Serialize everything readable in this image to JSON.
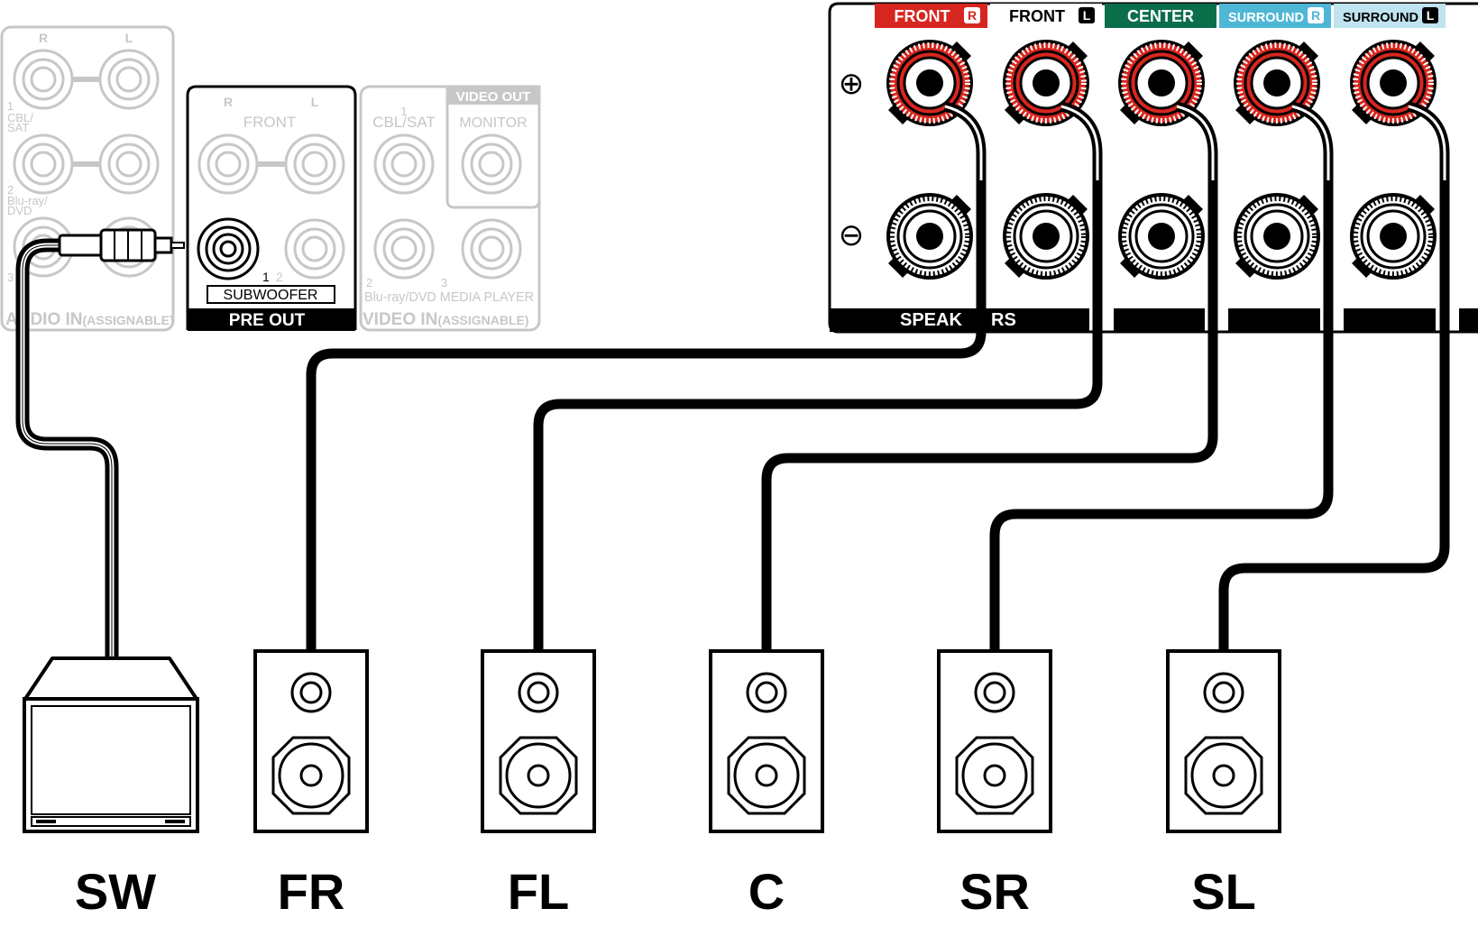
{
  "colors": {
    "red": "#d7261e",
    "green": "#0b6e4a",
    "cyan": "#4fb7d6",
    "light_cyan": "#bfe3ef",
    "dim": "#c7c7c7",
    "line": "#000000"
  },
  "audio_in": {
    "ch_r": "R",
    "ch_l": "L",
    "row1_num": "1",
    "row1_line1": "CBL/",
    "row1_line2": "SAT",
    "row2_num": "2",
    "row2_line1": "Blu-ray/",
    "row2_line2": "DVD",
    "row3_num": "3",
    "footer": "AUDIO IN",
    "footer_sub": "(ASSIGNABLE)"
  },
  "pre_out": {
    "ch_r": "R",
    "ch_l": "L",
    "front_label": "FRONT",
    "sub_num1": "1",
    "sub_num2": "2",
    "subwoofer_label": "SUBWOOFER",
    "footer": "PRE OUT"
  },
  "video": {
    "in1_num": "1",
    "in1_label": "CBL/SAT",
    "video_out_header": "VIDEO OUT",
    "monitor_label": "MONITOR",
    "in2_num": "2",
    "in3_num": "3",
    "in_bottom_label": "Blu-ray/DVD MEDIA PLAYER",
    "footer": "VIDEO IN",
    "footer_sub": "(ASSIGNABLE)"
  },
  "speaker_panel": {
    "plus_symbol": "⊕",
    "minus_symbol": "⊖",
    "footer_left": "SPEAK",
    "footer_right": "RS",
    "channels": [
      {
        "label": "FRONT",
        "badge": "R"
      },
      {
        "label": "FRONT",
        "badge": "L"
      },
      {
        "label": "CENTER",
        "badge": ""
      },
      {
        "label": "SURROUND",
        "badge": "R"
      },
      {
        "label": "SURROUND",
        "badge": "L"
      }
    ]
  },
  "speakers": [
    {
      "label": "SW",
      "type": "subwoofer"
    },
    {
      "label": "FR",
      "type": "bookshelf"
    },
    {
      "label": "FL",
      "type": "bookshelf"
    },
    {
      "label": "C",
      "type": "bookshelf"
    },
    {
      "label": "SR",
      "type": "bookshelf"
    },
    {
      "label": "SL",
      "type": "bookshelf"
    }
  ]
}
